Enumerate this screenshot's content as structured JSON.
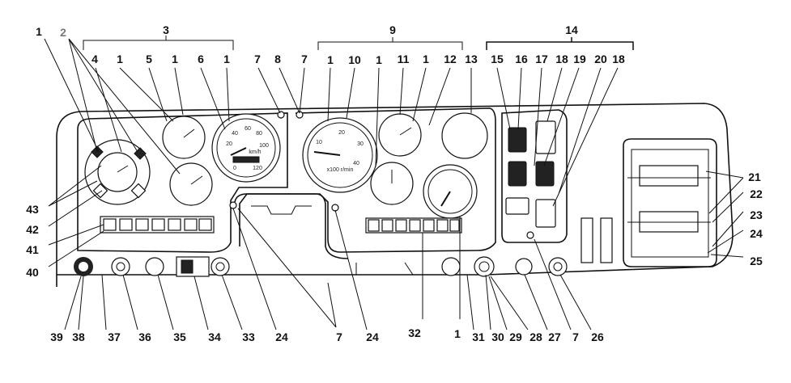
{
  "diagram": {
    "top_labels": [
      "1",
      "2",
      "3",
      "9",
      "14"
    ],
    "row_labels": [
      "4",
      "1",
      "5",
      "1",
      "6",
      "1",
      "7",
      "8",
      "7",
      "1",
      "10",
      "1",
      "11",
      "1",
      "12",
      "13",
      "15",
      "16",
      "17",
      "18",
      "19",
      "20",
      "18"
    ],
    "right_labels": [
      "21",
      "22",
      "23",
      "24",
      "25"
    ],
    "left_labels": [
      "43",
      "42",
      "41",
      "40"
    ],
    "bottom_labels": [
      "39",
      "38",
      "37",
      "36",
      "35",
      "34",
      "33",
      "24",
      "7",
      "24",
      "32",
      "1",
      "31",
      "30",
      "29",
      "28",
      "27",
      "7",
      "26"
    ],
    "gauge_marks": {
      "speedometer": [
        "20",
        "40",
        "60",
        "80",
        "100",
        "120",
        "0",
        "km/h"
      ],
      "tachometer": [
        "10",
        "20",
        "30",
        "40",
        "x100 r/min"
      ]
    },
    "colors": {
      "ink": "#111111",
      "label_2": "#777777",
      "background": "#ffffff"
    }
  }
}
